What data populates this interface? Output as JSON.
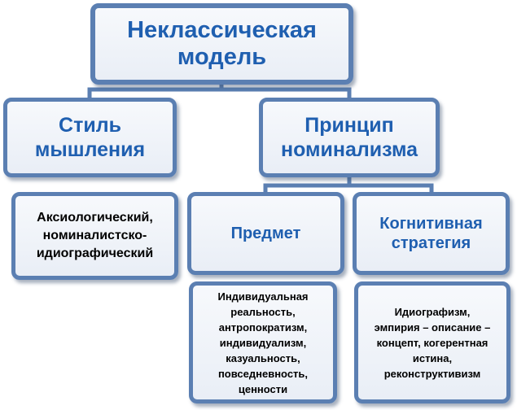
{
  "nodes": {
    "root": "Неклассическая\nмодель",
    "thinking_style": "Стиль\nмышления",
    "nominalism": "Принцип\nноминализма",
    "axiological": "Аксиологический,\nноминалистско-\nидиографический",
    "subject": "Предмет",
    "cognitive": "Когнитивная\nстратегия",
    "individual": "Индивидуальная\nреальность,\nантропократизм,\nиндивидуализм,\nказуальность,\nповседневность,\nценности",
    "idiographism": "Идиографизм,\nэмпирия – описание –\nконцепт, когерентная\nистина,\nреконструктивизм"
  },
  "colors": {
    "border": "#5b7fb2",
    "title_text": "#1f5fb0",
    "body_text": "#000000",
    "connector": "#5b7fb2"
  }
}
